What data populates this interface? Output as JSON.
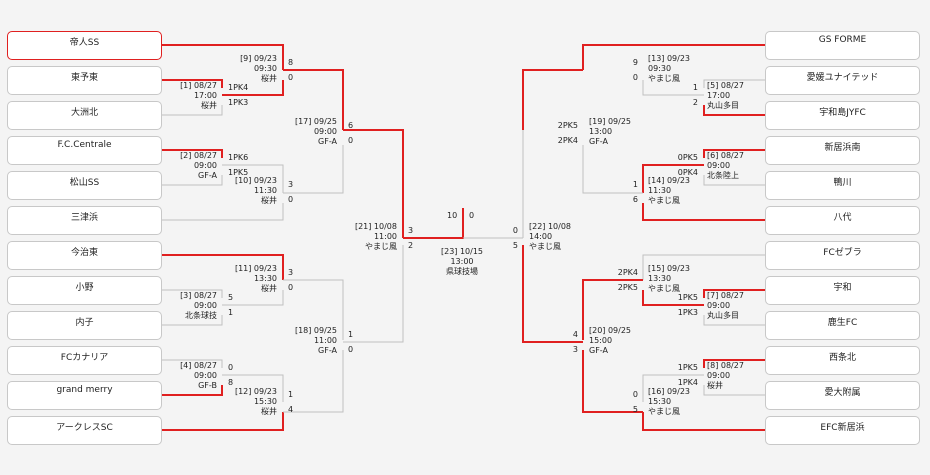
{
  "teams_left": [
    "帝人SS",
    "東予東",
    "大洲北",
    "F.C.Centrale",
    "松山SS",
    "三津浜",
    "今治東",
    "小野",
    "内子",
    "FCカナリア",
    "grand merry",
    "アークレスSC"
  ],
  "teams_right": [
    "GS FORME",
    "愛媛ユナイテッド",
    "宇和島JYFC",
    "新居浜南",
    "鴨川",
    "八代",
    "FCゼブラ",
    "宇和",
    "鹿生FC",
    "西条北",
    "愛大附属",
    "EFC新居浜"
  ],
  "matches": {
    "m1": {
      "id": "[1] 08/27",
      "time": "17:00",
      "venue": "桜井"
    },
    "m2": {
      "id": "[2] 08/27",
      "time": "09:00",
      "venue": "GF-A"
    },
    "m3": {
      "id": "[3] 08/27",
      "time": "09:00",
      "venue": "北条球技"
    },
    "m4": {
      "id": "[4] 08/27",
      "time": "09:00",
      "venue": "GF-B"
    },
    "m5": {
      "id": "[5] 08/27",
      "time": "17:00",
      "venue": "丸山多目"
    },
    "m6": {
      "id": "[6] 08/27",
      "time": "09:00",
      "venue": "北条陸上"
    },
    "m7": {
      "id": "[7] 08/27",
      "time": "09:00",
      "venue": "丸山多目"
    },
    "m8": {
      "id": "[8] 08/27",
      "time": "09:00",
      "venue": "桜井"
    },
    "m9": {
      "id": "[9] 09/23",
      "time": "09:30",
      "venue": "桜井"
    },
    "m10": {
      "id": "[10] 09/23",
      "time": "11:30",
      "venue": "桜井"
    },
    "m11": {
      "id": "[11] 09/23",
      "time": "13:30",
      "venue": "桜井"
    },
    "m12": {
      "id": "[12] 09/23",
      "time": "15:30",
      "venue": "桜井"
    },
    "m13": {
      "id": "[13] 09/23",
      "time": "09:30",
      "venue": "やまじ風"
    },
    "m14": {
      "id": "[14] 09/23",
      "time": "11:30",
      "venue": "やまじ風"
    },
    "m15": {
      "id": "[15] 09/23",
      "time": "13:30",
      "venue": "やまじ風"
    },
    "m16": {
      "id": "[16] 09/23",
      "time": "15:30",
      "venue": "やまじ風"
    },
    "m17": {
      "id": "[17] 09/25",
      "time": "09:00",
      "venue": "GF-A"
    },
    "m18": {
      "id": "[18] 09/25",
      "time": "11:00",
      "venue": "GF-A"
    },
    "m19": {
      "id": "[19] 09/25",
      "time": "13:00",
      "venue": "GF-A"
    },
    "m20": {
      "id": "[20] 09/25",
      "time": "15:00",
      "venue": "GF-A"
    },
    "m21": {
      "id": "[21] 10/08",
      "time": "11:00",
      "venue": "やまじ風"
    },
    "m22": {
      "id": "[22] 10/08",
      "time": "14:00",
      "venue": "やまじ風"
    },
    "m23": {
      "id": "[23] 10/15",
      "time": "13:00",
      "venue": "県球技場"
    }
  },
  "scores": {
    "m1_a": "1PK4",
    "m1_b": "1PK3",
    "m2_a": "1PK6",
    "m2_b": "1PK5",
    "m3_a": "5",
    "m3_b": "1",
    "m4_a": "0",
    "m4_b": "8",
    "m5_a": "1",
    "m5_b": "2",
    "m6_a": "0PK5",
    "m6_b": "0PK4",
    "m7_a": "1PK5",
    "m7_b": "1PK3",
    "m8_a": "1PK5",
    "m8_b": "1PK4",
    "m9_a": "8",
    "m9_b": "0",
    "m10_a": "3",
    "m10_b": "0",
    "m11_a": "3",
    "m11_b": "0",
    "m12_a": "1",
    "m12_b": "4",
    "m13_a": "9",
    "m13_b": "0",
    "m14_a": "1",
    "m14_b": "6",
    "m15_a": "2PK4",
    "m15_b": "2PK5",
    "m16_a": "0",
    "m16_b": "5",
    "m17_a": "6",
    "m17_b": "0",
    "m18_a": "1",
    "m18_b": "0",
    "m19_a": "2PK5",
    "m19_b": "2PK4",
    "m20_a": "4",
    "m20_b": "3",
    "m21_a": "3",
    "m21_b": "2",
    "m22_a": "0",
    "m22_b": "5",
    "final_a": "10",
    "final_b": "0"
  },
  "colors": {
    "win": "#e02020",
    "lose": "#c0c0c0",
    "background": "#f4f4f4"
  }
}
